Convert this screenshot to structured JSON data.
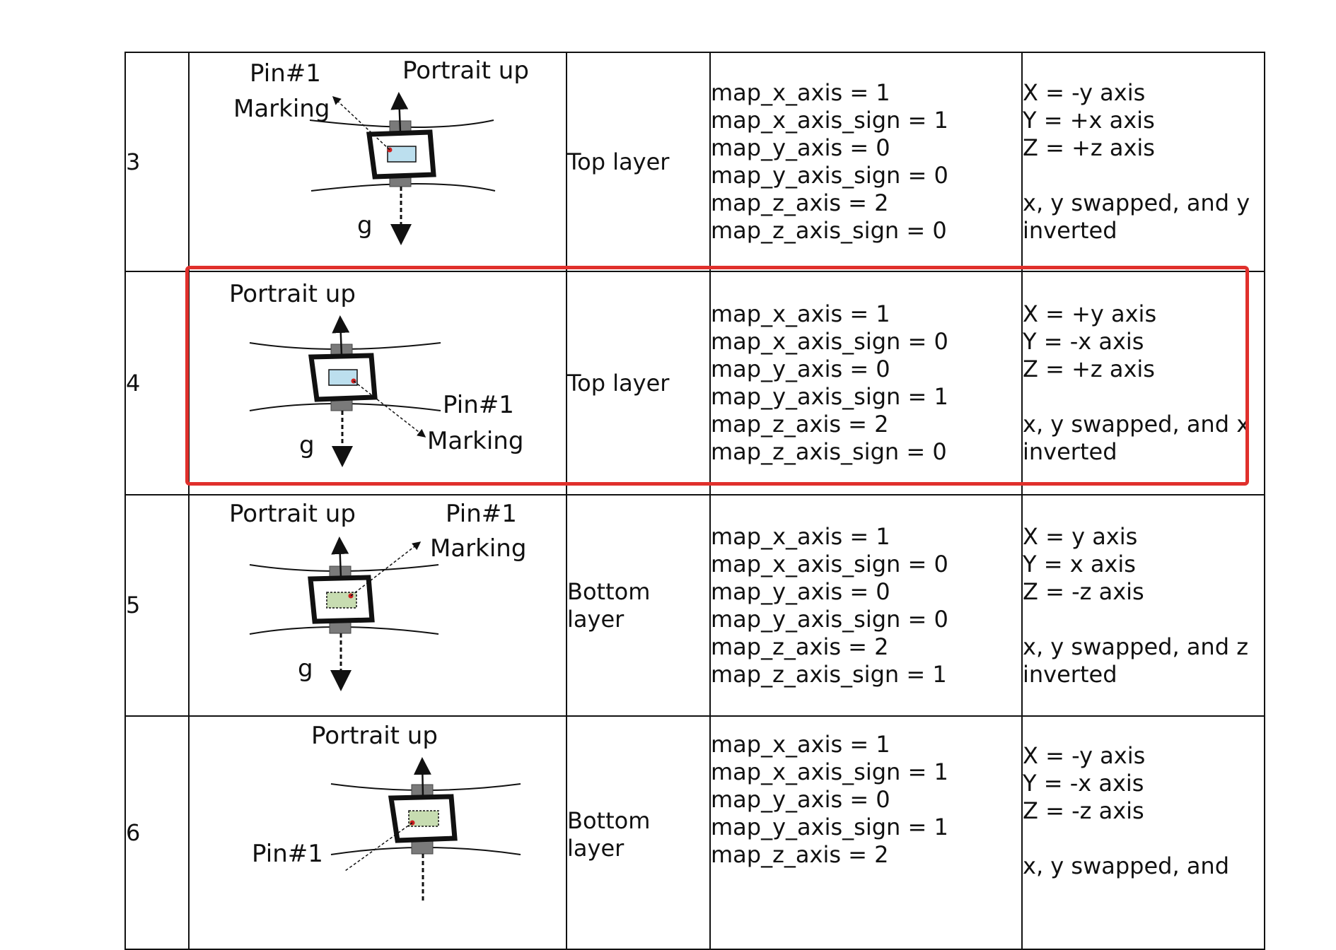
{
  "rows": [
    {
      "num": "3",
      "labels": {
        "top_left": "Pin#1",
        "top_left2": "Marking",
        "top_right": "Portrait up",
        "g": "g"
      },
      "layer": "Top layer",
      "config": [
        "map_x_axis = 1",
        "map_x_axis_sign = 1",
        "map_y_axis = 0",
        "map_y_axis_sign = 0",
        "map_z_axis = 2",
        "map_z_axis_sign = 0"
      ],
      "result": [
        "X = -y axis",
        "Y = +x axis",
        "Z = +z axis"
      ],
      "note": [
        "x, y swapped, and y",
        "inverted"
      ]
    },
    {
      "num": "4",
      "labels": {
        "portrait": "Portrait up",
        "pin": "Pin#1",
        "marking": "Marking",
        "g": "g"
      },
      "layer": "Top layer",
      "config": [
        "map_x_axis = 1",
        "map_x_axis_sign = 0",
        "map_y_axis = 0",
        "map_y_axis_sign = 1",
        "map_z_axis = 2",
        "map_z_axis_sign = 0"
      ],
      "result": [
        "X = +y axis",
        "Y = -x axis",
        "Z = +z axis"
      ],
      "note": [
        "x, y swapped, and x",
        "inverted"
      ]
    },
    {
      "num": "5",
      "labels": {
        "portrait": "Portrait up",
        "pin": "Pin#1",
        "marking": "Marking",
        "g": "g"
      },
      "layer": [
        "Bottom",
        "layer"
      ],
      "config": [
        "map_x_axis = 1",
        "map_x_axis_sign = 0",
        "map_y_axis = 0",
        "map_y_axis_sign = 0",
        "map_z_axis = 2",
        "map_z_axis_sign = 1"
      ],
      "result": [
        "X = y axis",
        "Y = x axis",
        "Z = -z axis"
      ],
      "note": [
        "x, y swapped, and z",
        "inverted"
      ]
    },
    {
      "num": "6",
      "labels": {
        "portrait": "Portrait up",
        "pin": "Pin#1"
      },
      "layer": [
        "Bottom",
        "layer"
      ],
      "config": [
        "map_x_axis = 1",
        "map_x_axis_sign = 1",
        "map_y_axis = 0",
        "map_y_axis_sign = 1",
        "map_z_axis = 2"
      ],
      "result": [
        "X = -y axis",
        "Y = -x axis",
        "Z = -z axis"
      ],
      "note": [
        "x, y swapped, and"
      ]
    }
  ],
  "colors": {
    "highlight": "#e0302c",
    "chip_top": "#bcdfee",
    "chip_bottom": "#c7dcb1",
    "pin_dot": "#cc1f1f",
    "pad": "#7a7a7a"
  }
}
